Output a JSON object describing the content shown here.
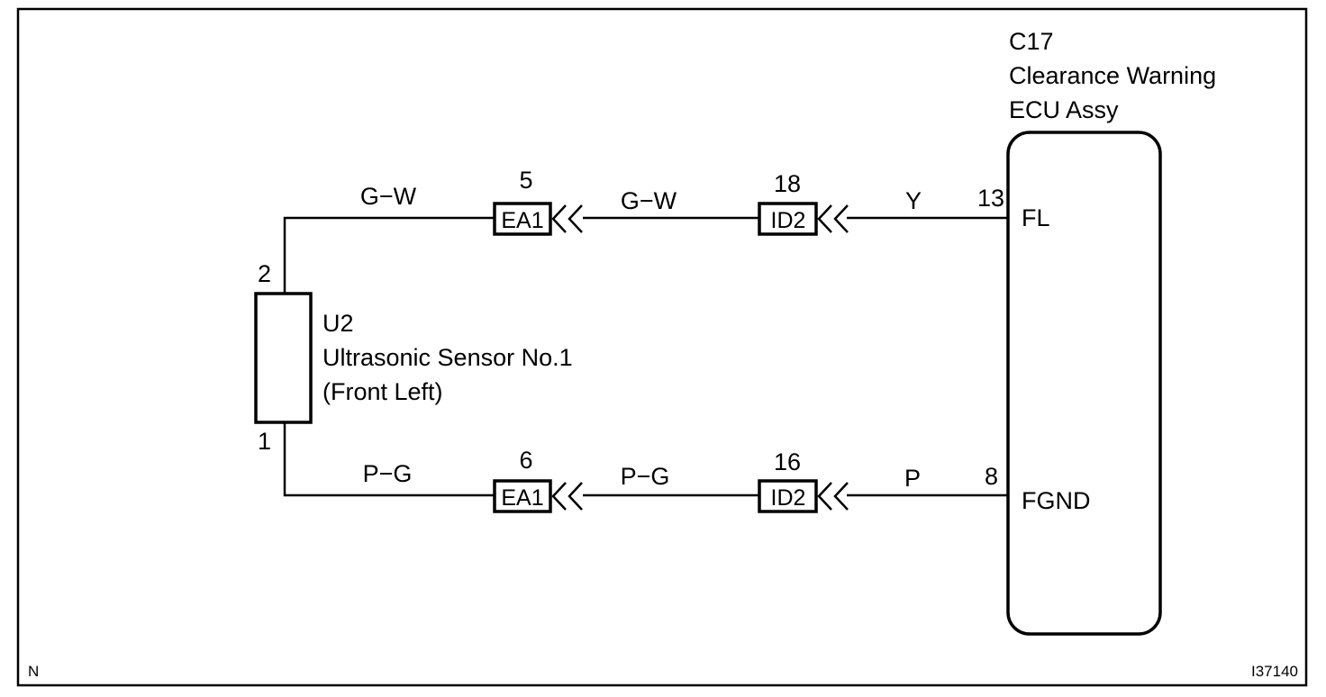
{
  "ecu": {
    "code": "C17",
    "name_line1": "Clearance Warning",
    "name_line2": "ECU Assy",
    "pin_fl": "FL",
    "pin_fgnd": "FGND",
    "pin_num_fl": "13",
    "pin_num_fgnd": "8"
  },
  "sensor": {
    "code": "U2",
    "name_line1": "Ultrasonic Sensor No.1",
    "name_line2": "(Front Left)",
    "pin_top": "2",
    "pin_bottom": "1"
  },
  "upper_circuit": {
    "wire1_color": "G−W",
    "wire2_color": "G−W",
    "wire3_color": "Y",
    "connector1": {
      "label": "EA1",
      "pin": "5"
    },
    "connector2": {
      "label": "ID2",
      "pin": "18"
    }
  },
  "lower_circuit": {
    "wire1_color": "P−G",
    "wire2_color": "P−G",
    "wire3_color": "P",
    "connector1": {
      "label": "EA1",
      "pin": "6"
    },
    "connector2": {
      "label": "ID2",
      "pin": "16"
    }
  },
  "footer": {
    "corner_left": "N",
    "figure_id": "I37140"
  }
}
